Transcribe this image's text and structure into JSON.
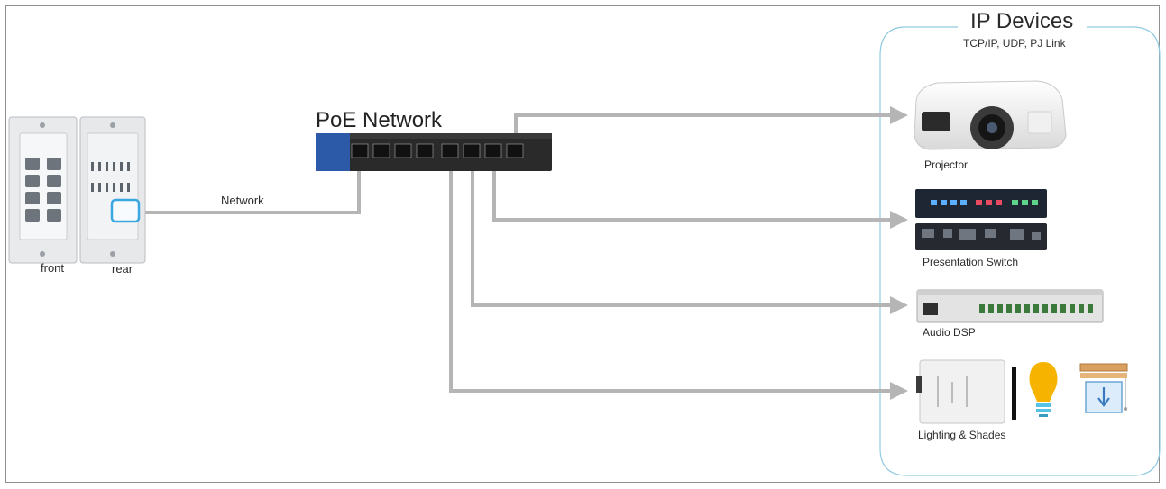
{
  "network": {
    "title": "PoE Network",
    "link_label": "Network"
  },
  "keypad": {
    "front_label": "front",
    "rear_label": "rear"
  },
  "ip_devices": {
    "title": "IP Devices",
    "subtitle": "TCP/IP, UDP, PJ Link",
    "items": [
      {
        "label": "Projector"
      },
      {
        "label": "Presentation Switch"
      },
      {
        "label": "Audio DSP"
      },
      {
        "label": "Lighting & Shades"
      }
    ]
  },
  "colors": {
    "connector": "#b5b5b5",
    "frame": "#8f8f8f",
    "ip_box_border": "#8fcbe0",
    "switch_body": "#2a2a2a",
    "switch_accent": "#2d5aa8",
    "keypad_highlight": "#3aa7e0",
    "bulb": "#f6b400"
  }
}
